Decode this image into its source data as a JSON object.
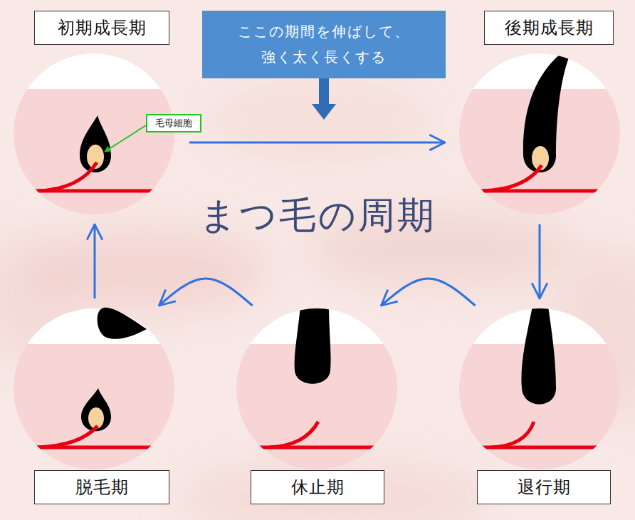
{
  "diagram": {
    "title": "まつ毛の周期",
    "nodes": [
      {
        "text": [
          "初期成長期"
        ]
      },
      {
        "text": [
          "毛母細胞"
        ],
        "in": 0
      },
      {
        "text": [
          "ここの期間を伸ばして、 強く太く長くする"
        ]
      },
      {
        "text": [
          "後期成長期"
        ]
      },
      {
        "text": [
          "脱毛期"
        ]
      },
      {
        "text": [
          "休止期"
        ]
      },
      {
        "text": [
          "退行期"
        ]
      }
    ],
    "edges": [
      {
        "from": 0,
        "to": 3,
        "arrow": "to"
      },
      {
        "from": 3,
        "to": 6,
        "arrow": "to"
      },
      {
        "from": 6,
        "to": 5,
        "arrow": "to"
      },
      {
        "from": 5,
        "to": 4,
        "arrow": "to"
      },
      {
        "from": 4,
        "to": 0,
        "arrow": "to"
      }
    ]
  }
}
